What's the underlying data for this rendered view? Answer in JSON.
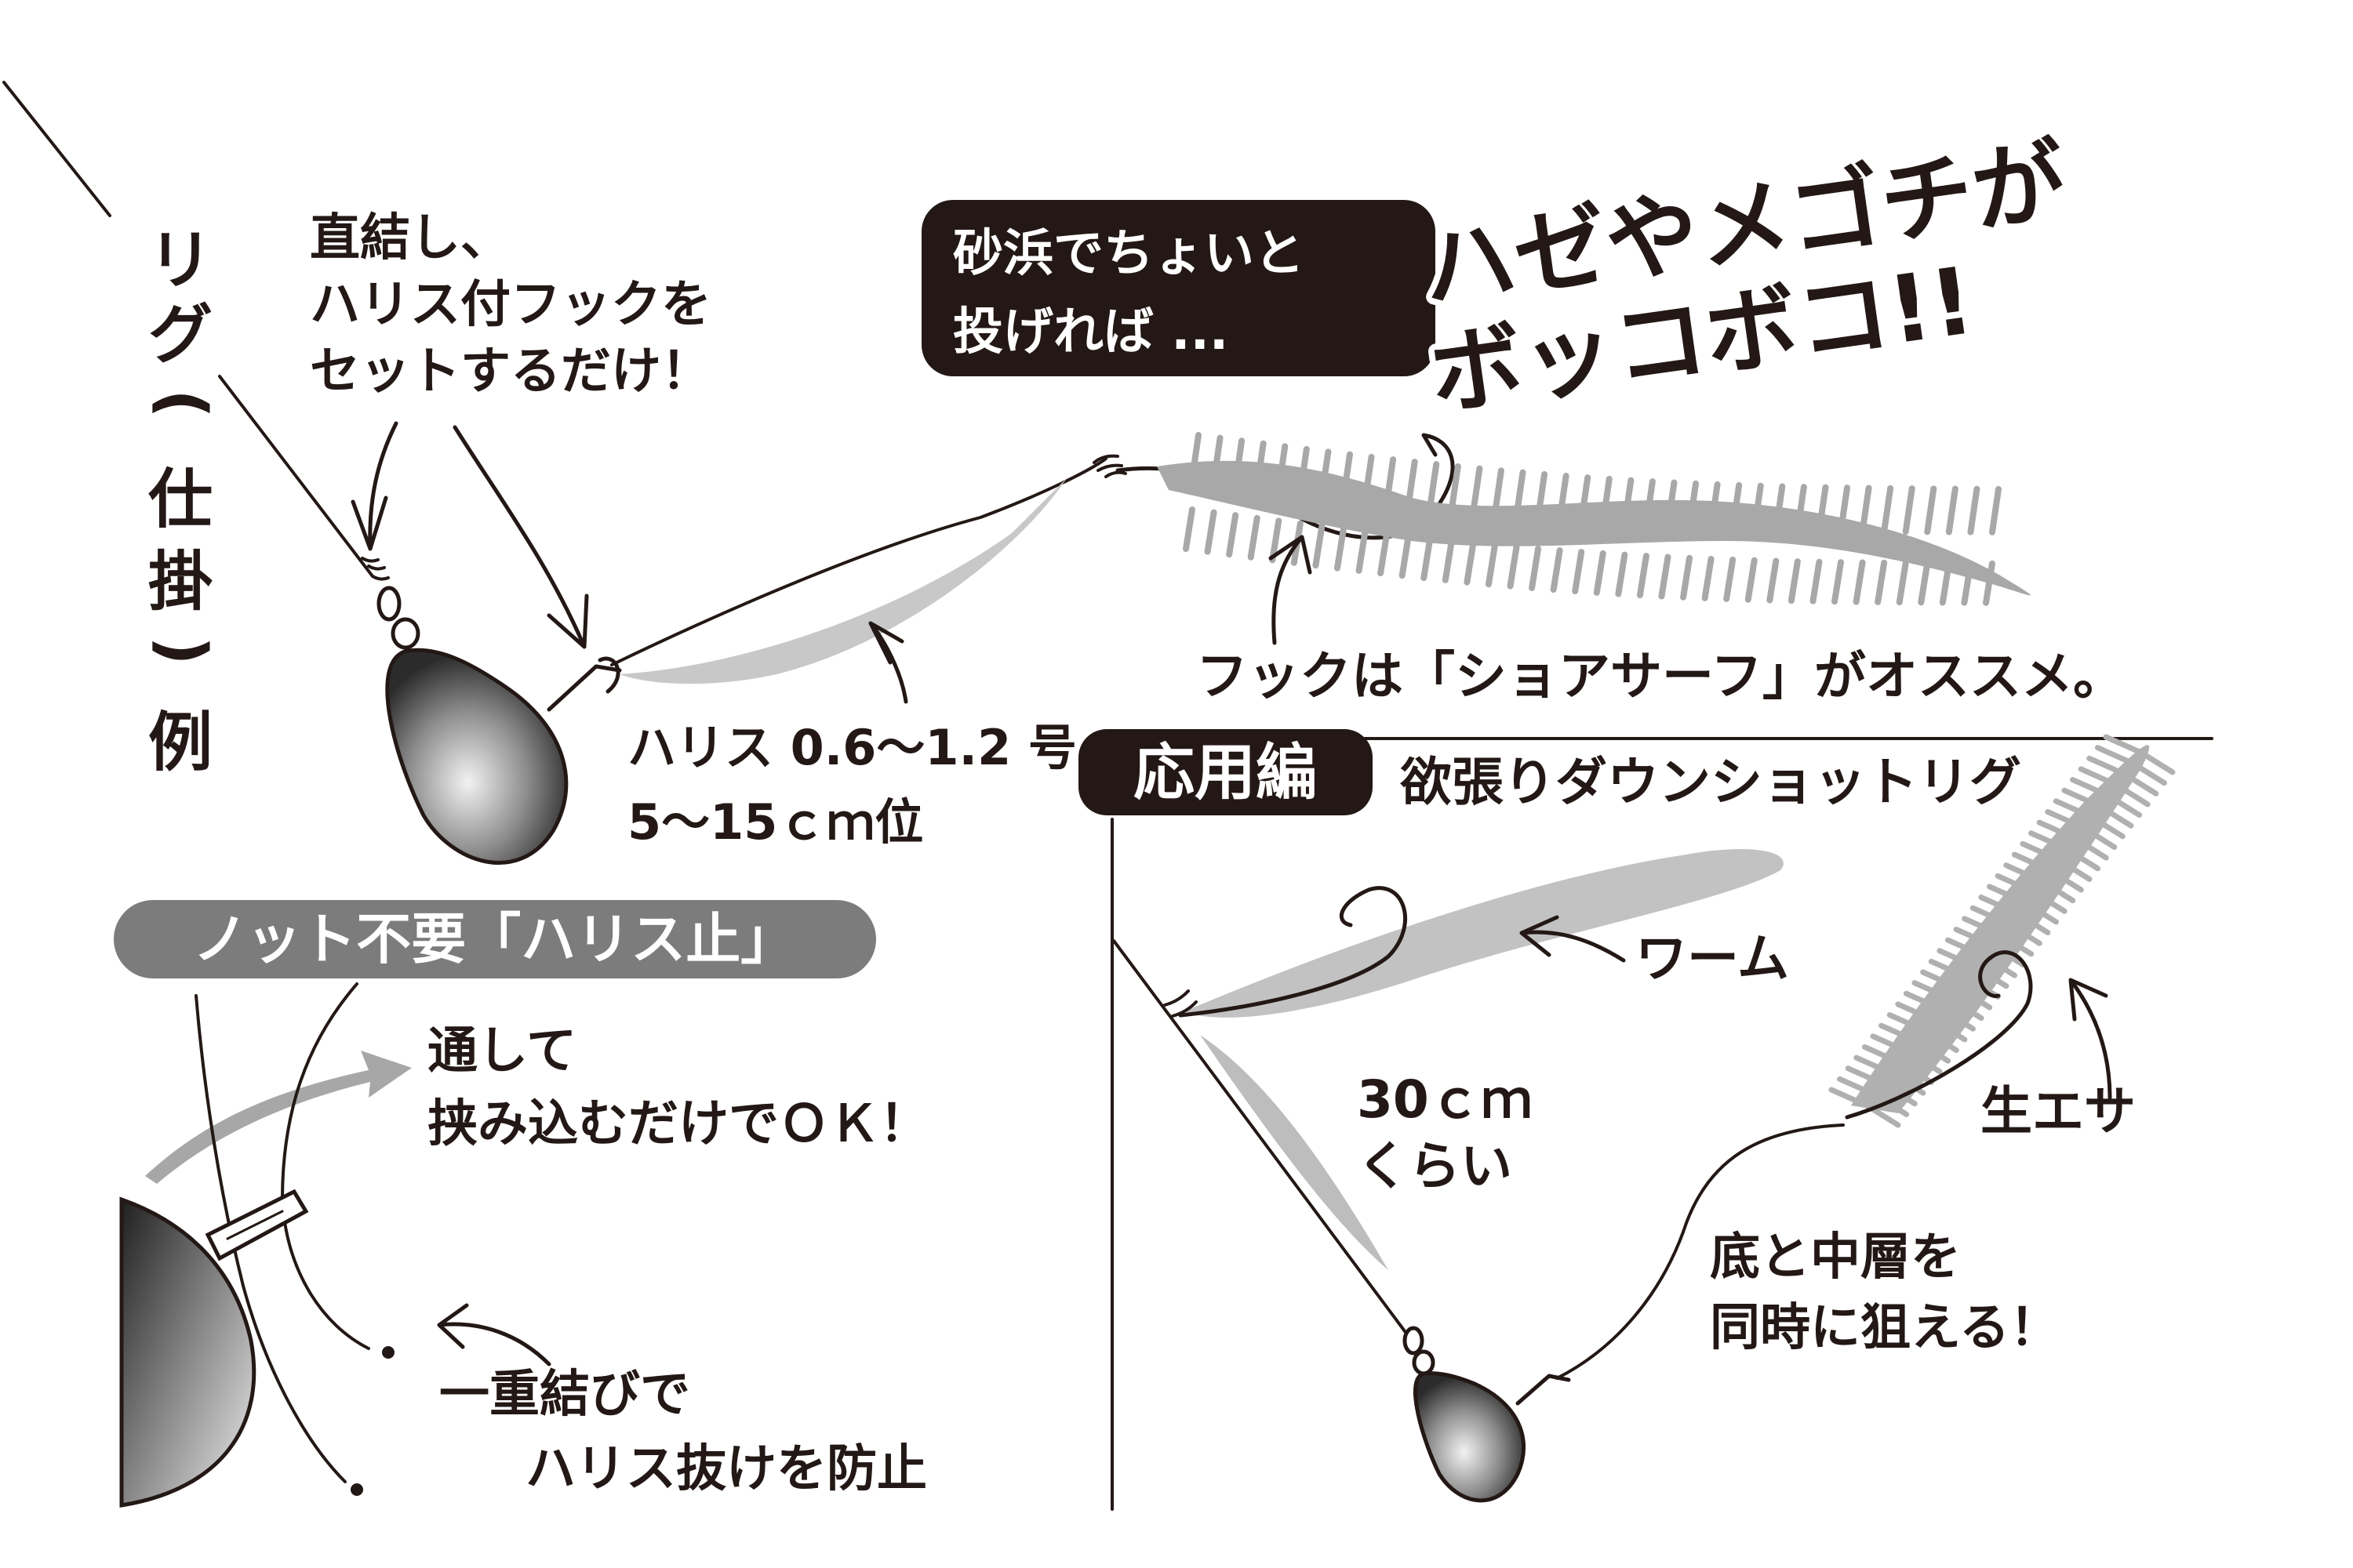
{
  "headline": {
    "bubble_line1": "砂浜でちょいと",
    "bubble_line2": "投げれば ...",
    "big_line1": "ハゼやメゴチが",
    "big_line2": "ボッコボコ!!"
  },
  "rig_title": {
    "chars": [
      "リ",
      "グ",
      "(",
      "仕",
      "掛",
      ")",
      "例"
    ]
  },
  "callouts": {
    "direct": [
      "直結し、",
      "ハリス付フックを",
      "セットするだけ！"
    ],
    "harisu": [
      "ハリス 0.6〜1.2 号",
      "5〜15ｃｍ位"
    ],
    "hook": "フックは「ショアサーフ」がオススメ。"
  },
  "applied": {
    "tag": "応用編",
    "title": "欲張りダウンショットリグ",
    "worm": "ワーム",
    "distance": [
      "30ｃｍ",
      "くらい"
    ],
    "bait": "生エサ",
    "note": [
      "底と中層を",
      "同時に狙える！"
    ]
  },
  "knotless": {
    "tag": "ノット不要「ハリス止」",
    "pass": [
      "通して",
      "挟み込むだけでＯＫ！"
    ],
    "knot": [
      "一重結びで",
      "ハリス抜けを防止"
    ]
  },
  "colors": {
    "ink": "#231815",
    "gray_fill": "#9c9c9c",
    "bubble": "#231815",
    "tag_gray": "#7c7c7c"
  }
}
